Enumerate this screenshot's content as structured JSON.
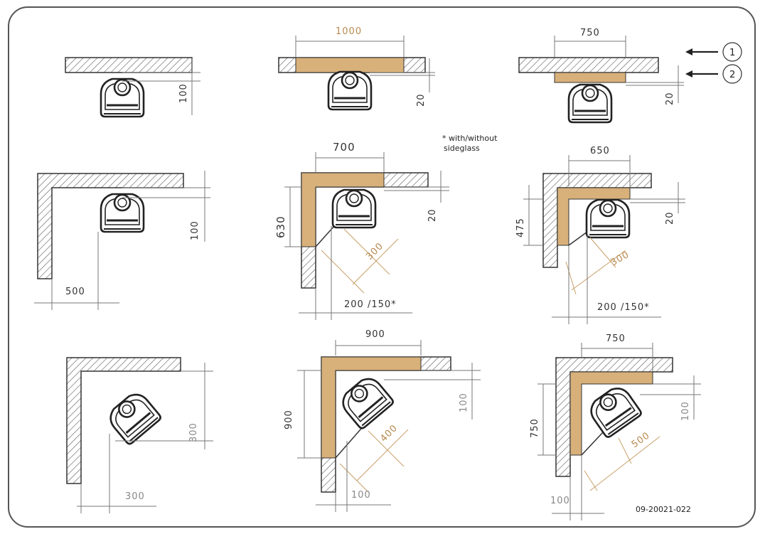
{
  "colors": {
    "wood": "#d8b07a",
    "wall_line": "#333333",
    "hatch": "#666666",
    "orange_dim": "#c8a06a"
  },
  "row1": {
    "d1": {
      "offset": "100"
    },
    "d2": {
      "width": "1000",
      "offset": "20"
    },
    "d3": {
      "width": "750",
      "offset": "20",
      "marker1": "1",
      "marker2": "2"
    }
  },
  "row2": {
    "note_line1": "* with/without",
    "note_line2": "sideglass",
    "d4": {
      "offset": "100",
      "side": "500"
    },
    "d5": {
      "width": "700",
      "height": "630",
      "offset": "20",
      "diag": "300",
      "bottom": "200 /150*"
    },
    "d6": {
      "width": "650",
      "height": "475",
      "offset": "20",
      "diag": "300",
      "bottom": "200 /150*"
    }
  },
  "row3": {
    "d7": {
      "height": "300",
      "bottom": "300"
    },
    "d8": {
      "width": "900",
      "height": "900",
      "offset": "100",
      "diag": "400",
      "bottom": "100"
    },
    "d9": {
      "width": "750",
      "height": "750",
      "offset": "100",
      "diag": "500",
      "bottom": "100"
    }
  },
  "drawing_code": "09-20021-022"
}
